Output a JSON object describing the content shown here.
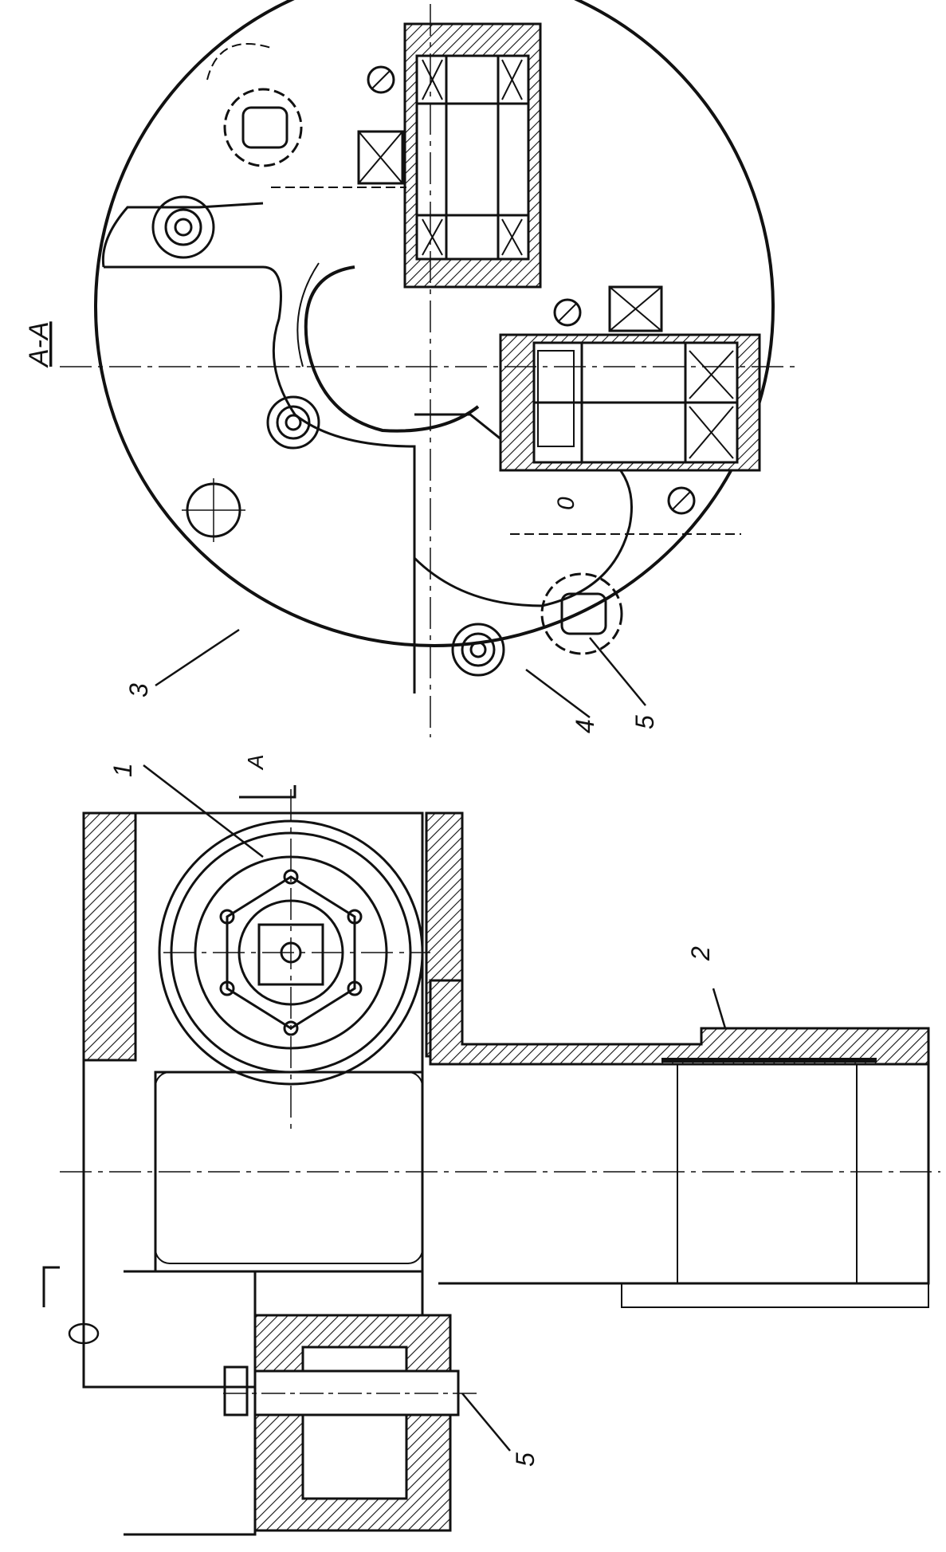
{
  "section_title": "A-A",
  "section_mark": "A",
  "callouts": {
    "c1": "1",
    "c2": "2",
    "c3": "3",
    "c4": "4",
    "c5_section": "5",
    "c5_main": "5",
    "c0": "0"
  }
}
